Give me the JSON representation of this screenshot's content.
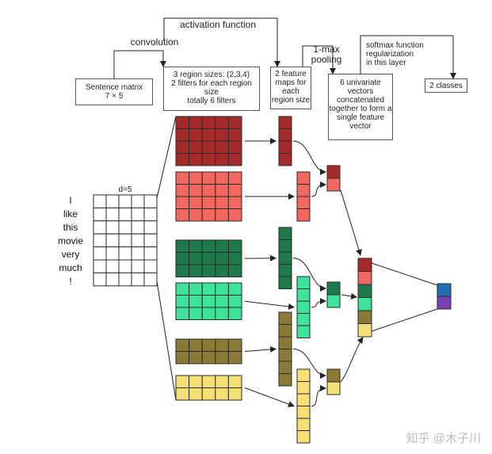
{
  "labels": {
    "convolution": "convolution",
    "activation": "activation function",
    "pooling": "1-max\npooling",
    "softmax": "softmax function\nregularization\nin this layer",
    "sentence_matrix": "Sentence matrix\n7 × 5",
    "region": "3 region sizes: (2,3,4)\n2 filters for each region\nsize\ntotally 6 filters",
    "feature_maps": "2 feature\nmaps for\neach\nregion size",
    "univariate": "6 univariate\nvectors\nconcatenated\ntogether to form a\nsingle feature\nvector",
    "classes": "2 classes",
    "d": "d=5"
  },
  "sentence_words": [
    "I",
    "like",
    "this",
    "movie",
    "very",
    "much",
    "!"
  ],
  "watermark": "知乎 @木子川",
  "sentence_matrix_shape": {
    "rows": 7,
    "cols": 5
  },
  "filters": [
    {
      "rows": 4,
      "cols": 5,
      "fill": "#a52a2a",
      "map_len": 4
    },
    {
      "rows": 4,
      "cols": 5,
      "fill": "#f2675f",
      "map_len": 4
    },
    {
      "rows": 3,
      "cols": 5,
      "fill": "#1e7a4a",
      "map_len": 5
    },
    {
      "rows": 3,
      "cols": 5,
      "fill": "#3ee39a",
      "map_len": 5
    },
    {
      "rows": 2,
      "cols": 5,
      "fill": "#8a7a35",
      "map_len": 6
    },
    {
      "rows": 2,
      "cols": 5,
      "fill": "#f5e076",
      "map_len": 6
    }
  ],
  "output_colors": [
    "#1f6fb2",
    "#7a3fb2"
  ]
}
